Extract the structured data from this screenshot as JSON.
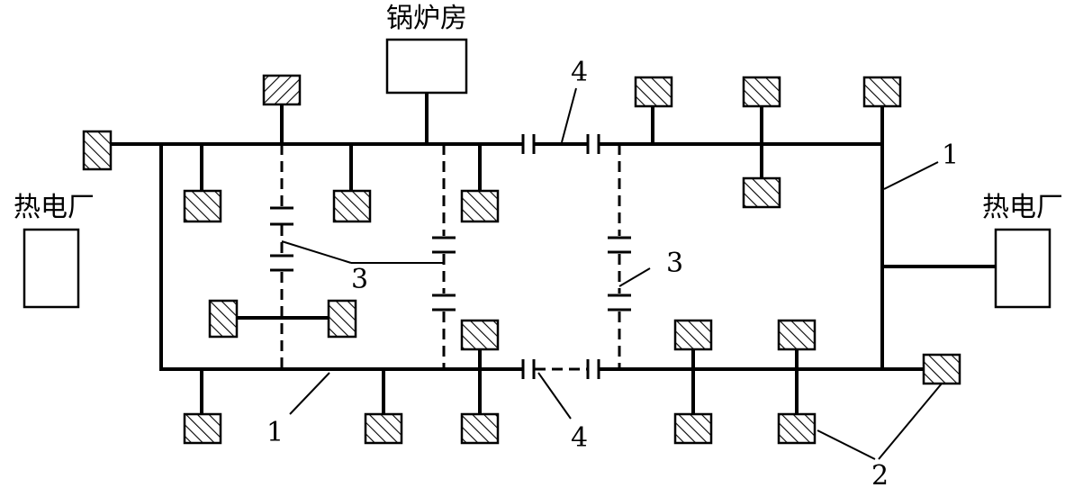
{
  "labels": {
    "boiler_room": "锅炉房",
    "plant_left": "热电厂",
    "plant_right": "热电厂",
    "n1_right": "1",
    "n1_bottom": "1",
    "n2": "2",
    "n3_left": "3",
    "n3_right": "3",
    "n4_top": "4",
    "n4_bottom": "4"
  },
  "icons": {
    "consumer": "hatched-square-icon",
    "special_consumer": "back-hatched-square-icon",
    "valve": "capacitor-valve-icon"
  },
  "colors": {
    "line": "#000000",
    "background": "#ffffff"
  }
}
